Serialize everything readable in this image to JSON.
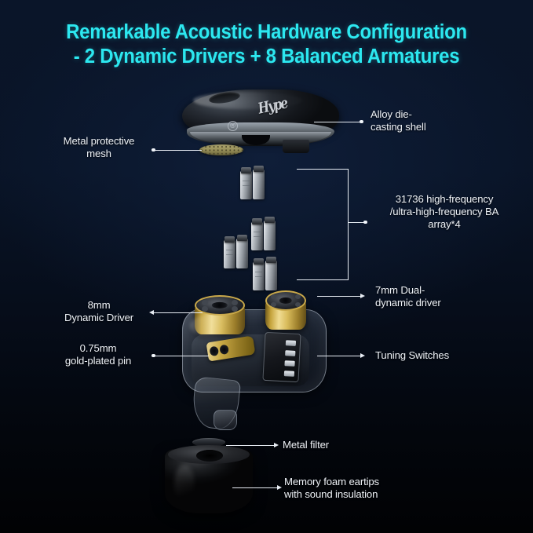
{
  "title": {
    "line1": "Remarkable Acoustic Hardware Configuration",
    "line2": "- 2 Dynamic Drivers + 8 Balanced Armatures",
    "color": "#2ce8f0"
  },
  "background": {
    "top_color": "#0a1529",
    "bottom_color": "#010204"
  },
  "labels": {
    "alloy_shell": "Alloy die-\ncasting shell",
    "metal_mesh": "Metal protective\nmesh",
    "ba_array": "31736 high-frequency\n/ultra-high-frequency BA\narray*4",
    "dual_dynamic": "7mm Dual-\ndynamic driver",
    "dynamic_driver": "8mm\nDynamic Driver",
    "gold_pin": "0.75mm\ngold-plated pin",
    "tuning_switches": "Tuning Switches",
    "metal_filter": "Metal filter",
    "eartips": "Memory foam eartips\nwith sound insulation"
  },
  "components": {
    "shell_logo": "Hype",
    "shell_trademark": "®"
  }
}
